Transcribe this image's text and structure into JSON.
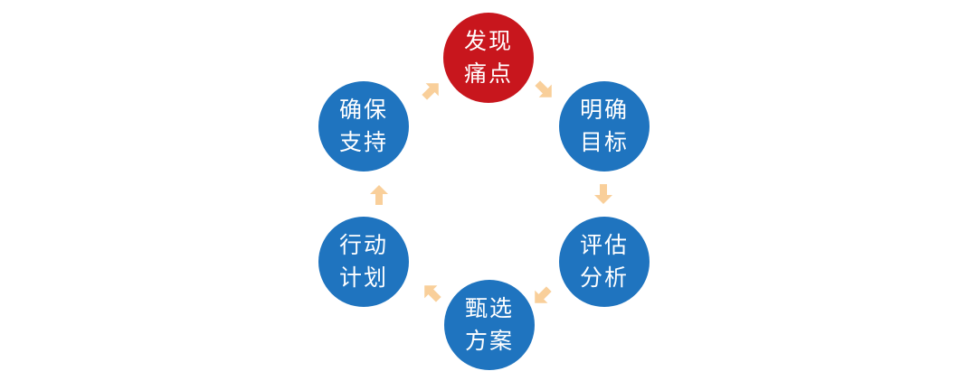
{
  "colors": {
    "highlight_node": "#c8161d",
    "node": "#1f74bf",
    "node_text": "#ffffff",
    "arrow": "#f9cf9a"
  },
  "cycle": {
    "nodes": [
      {
        "id": "discover-pain-points",
        "line1": "发现",
        "line2": "痛点",
        "highlight": true
      },
      {
        "id": "clarify-goals",
        "line1": "明确",
        "line2": "目标",
        "highlight": false
      },
      {
        "id": "evaluate-analyze",
        "line1": "评估",
        "line2": "分析",
        "highlight": false
      },
      {
        "id": "select-solution",
        "line1": "甄选",
        "line2": "方案",
        "highlight": false
      },
      {
        "id": "action-plan",
        "line1": "行动",
        "line2": "计划",
        "highlight": false
      },
      {
        "id": "ensure-support",
        "line1": "确保",
        "line2": "支持",
        "highlight": false
      }
    ]
  }
}
